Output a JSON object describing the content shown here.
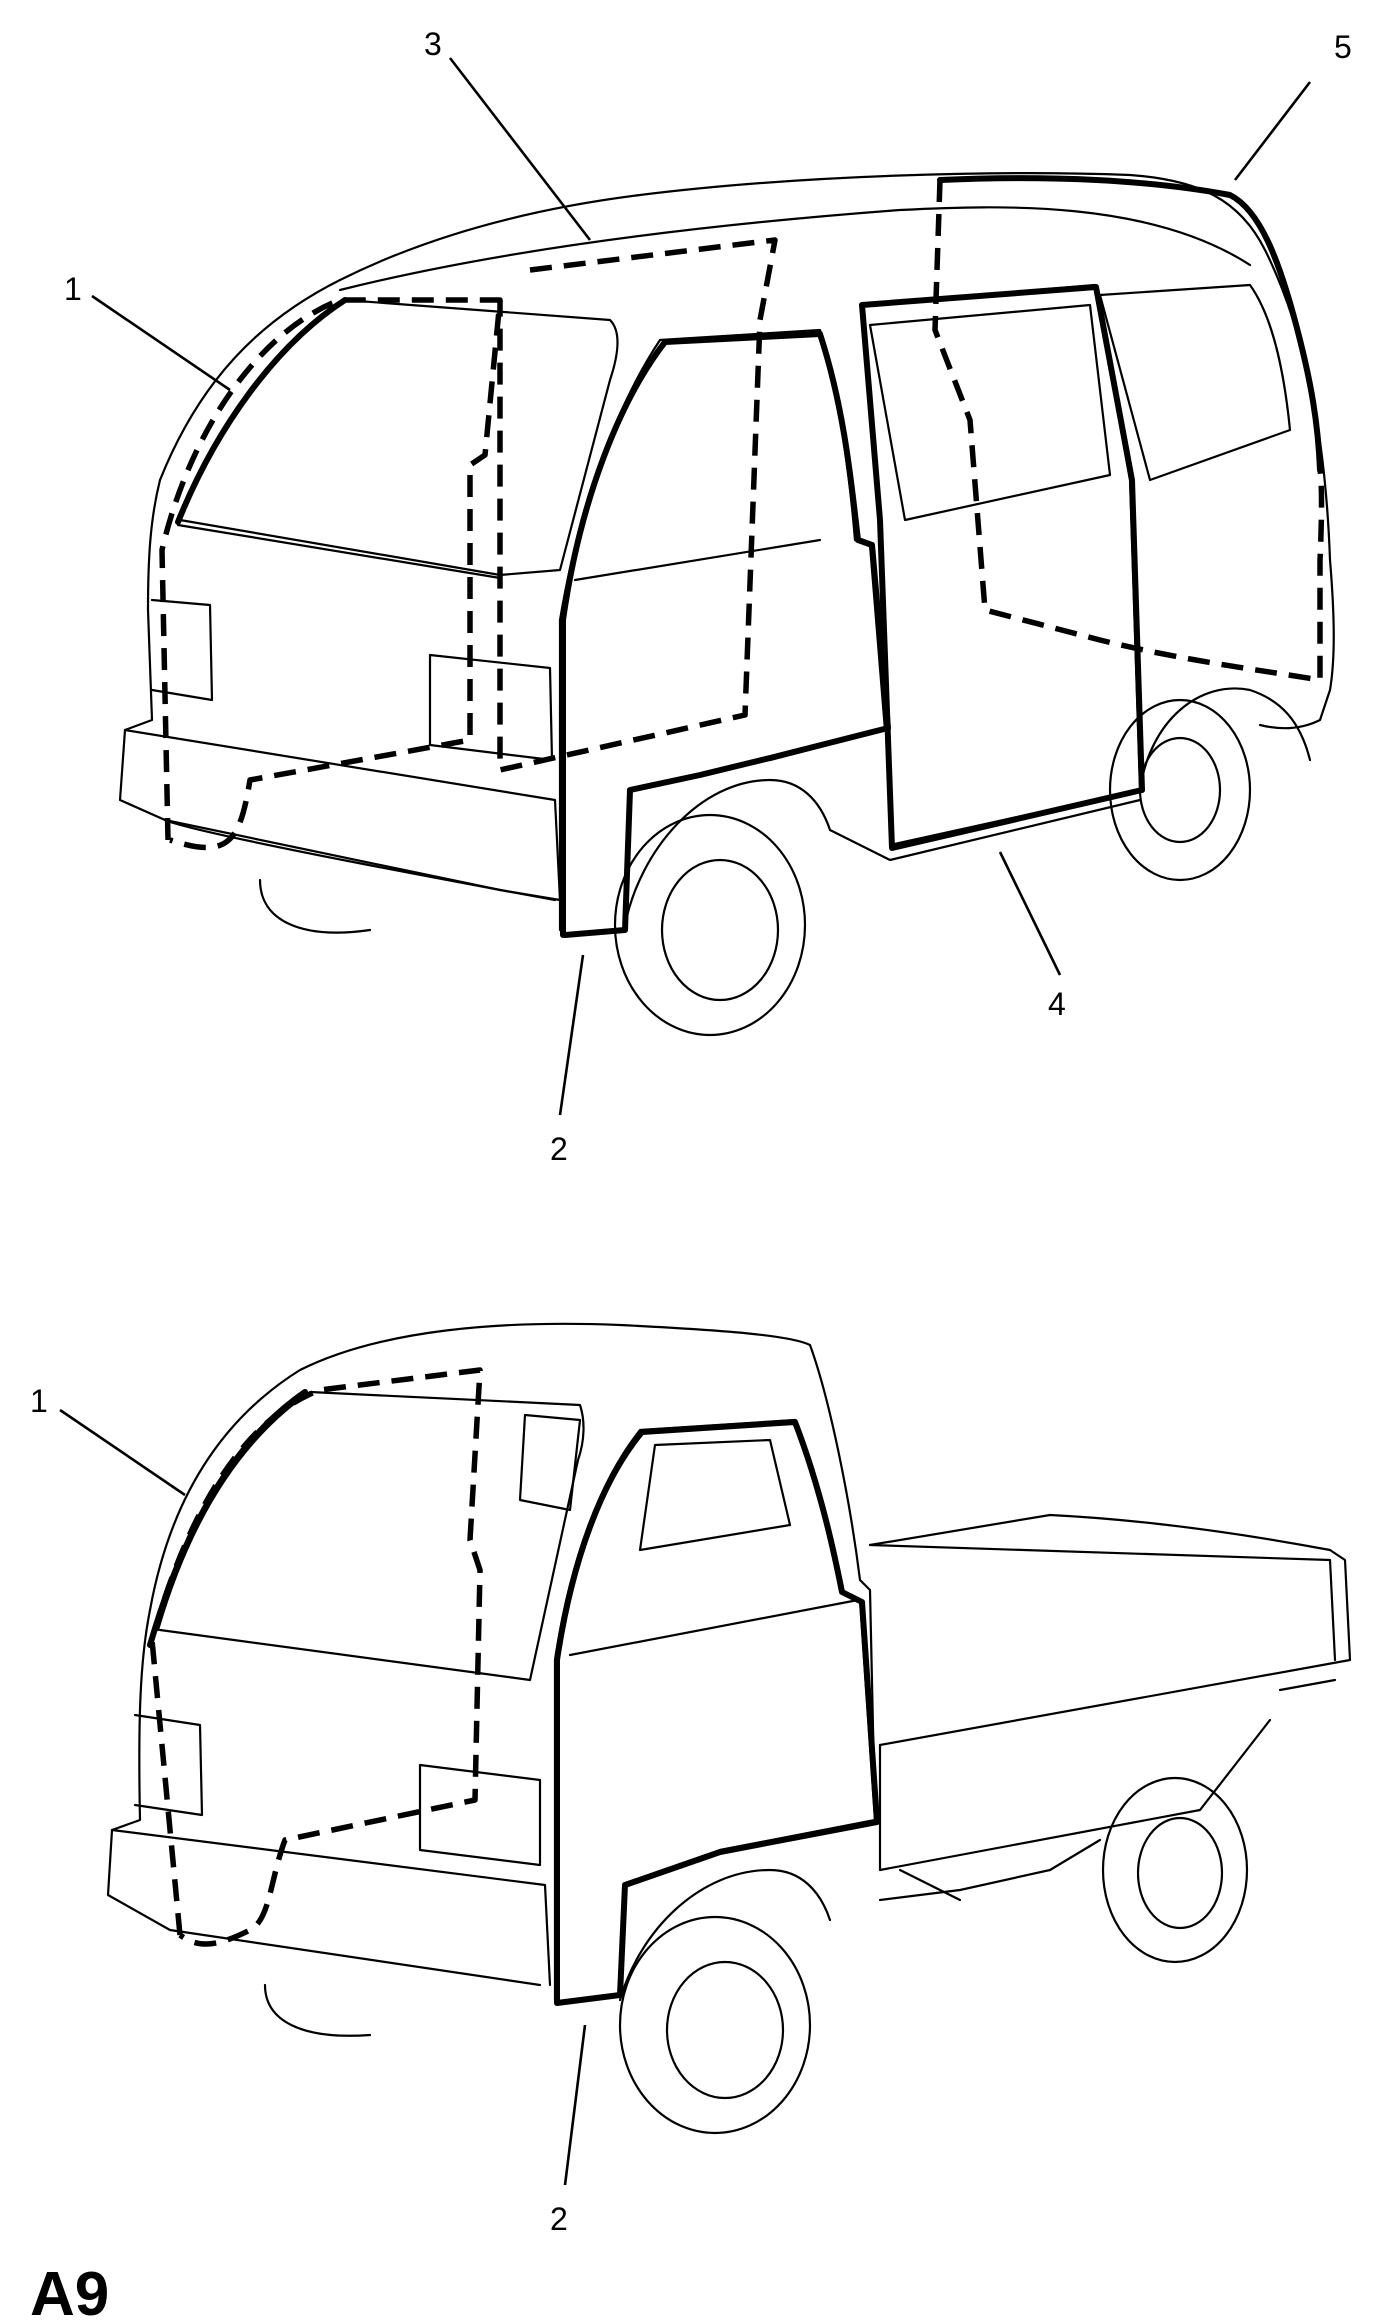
{
  "sheet_code": "A9",
  "top_view": {
    "callouts": [
      {
        "id": "1",
        "label": "1"
      },
      {
        "id": "2",
        "label": "2"
      },
      {
        "id": "3",
        "label": "3"
      },
      {
        "id": "4",
        "label": "4"
      },
      {
        "id": "5",
        "label": "5"
      }
    ]
  },
  "bottom_view": {
    "callouts": [
      {
        "id": "1",
        "label": "1"
      },
      {
        "id": "2",
        "label": "2"
      }
    ]
  }
}
